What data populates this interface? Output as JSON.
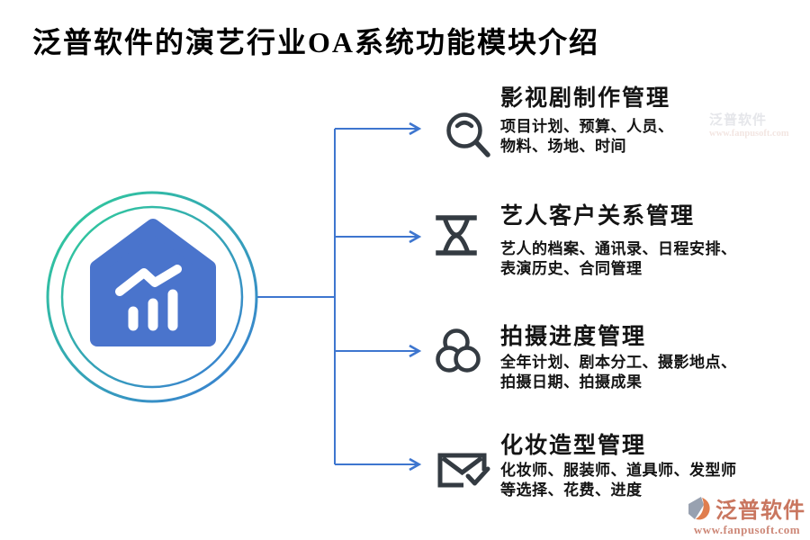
{
  "title": "泛普软件的演艺行业OA系统功能模块介绍",
  "modules": [
    {
      "icon": "magnifier-icon",
      "title": "影视剧制作管理",
      "desc": [
        "项目计划、预算、人员、",
        "物料、场地、时间"
      ]
    },
    {
      "icon": "hourglass-icon",
      "title": "艺人客户关系管理",
      "desc": [
        "艺人的档案、通讯录、日程安排、",
        "表演历史、合同管理"
      ]
    },
    {
      "icon": "three-circles-icon",
      "title": "拍摄进度管理",
      "desc": [
        "全年计划、剧本分工、摄影地点、",
        "拍摄日期、拍摄成果"
      ]
    },
    {
      "icon": "envelope-check-icon",
      "title": "化妆造型管理",
      "desc": [
        "化妆师、服装师、道具师、发型师",
        "等选择、花费、进度"
      ]
    }
  ],
  "hub": {
    "icon": "house-chart-icon"
  },
  "brand": {
    "name": "泛普软件",
    "url": "www.fanpusoft.com"
  },
  "watermark": {
    "name": "泛普软件",
    "url": "www.fanpusoft.com"
  },
  "colors": {
    "connector_blue": "#3e76cf",
    "house_blue": "#4a74cc",
    "ring_green": "#2fcf97",
    "ring_blue": "#3a7bd5",
    "icon_dark": "#343b42",
    "brand_red": "#c9765f",
    "brand_url_red": "#cd8878"
  }
}
